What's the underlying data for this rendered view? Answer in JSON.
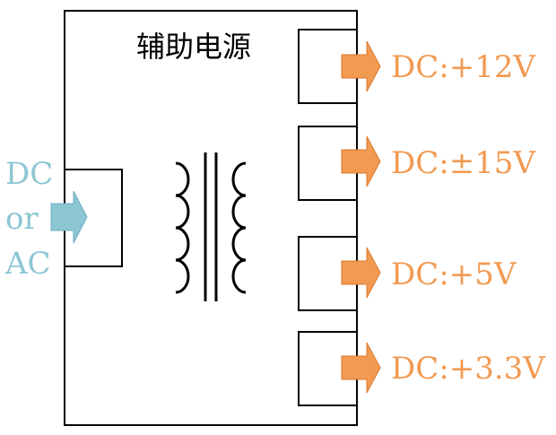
{
  "title": "辅助电源",
  "input": {
    "lines": [
      "DC",
      "or",
      "AC"
    ],
    "color": "#8CC6D3"
  },
  "outputs": [
    {
      "label": "DC:+12V"
    },
    {
      "label": "DC:±15V"
    },
    {
      "label": "DC:+5V"
    },
    {
      "label": "DC:+3.3V"
    }
  ],
  "colors": {
    "output": "#F29A52",
    "output_text": "#F29A52",
    "line": "#000000"
  }
}
